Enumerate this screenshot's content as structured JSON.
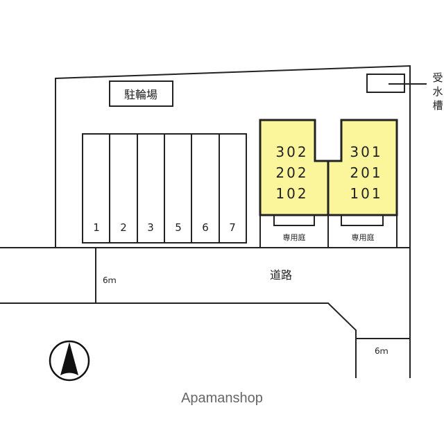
{
  "bike_parking": {
    "label": "駐輪場",
    "stalls": [
      "1",
      "2",
      "3",
      "5",
      "6",
      "7"
    ]
  },
  "buildings": [
    {
      "rooms": [
        "302",
        "202",
        "102"
      ],
      "garden_label": "専用庭"
    },
    {
      "rooms": [
        "301",
        "201",
        "101"
      ],
      "garden_label": "専用庭"
    }
  ],
  "water_tank": {
    "label_chars": [
      "受",
      "水",
      "槽"
    ]
  },
  "road": {
    "label": "道路",
    "width_left": "6ｍ",
    "width_right": "6ｍ"
  },
  "watermark": "Apamanshop",
  "colors": {
    "building_fill": "#fbf59b",
    "line": "#222222"
  }
}
